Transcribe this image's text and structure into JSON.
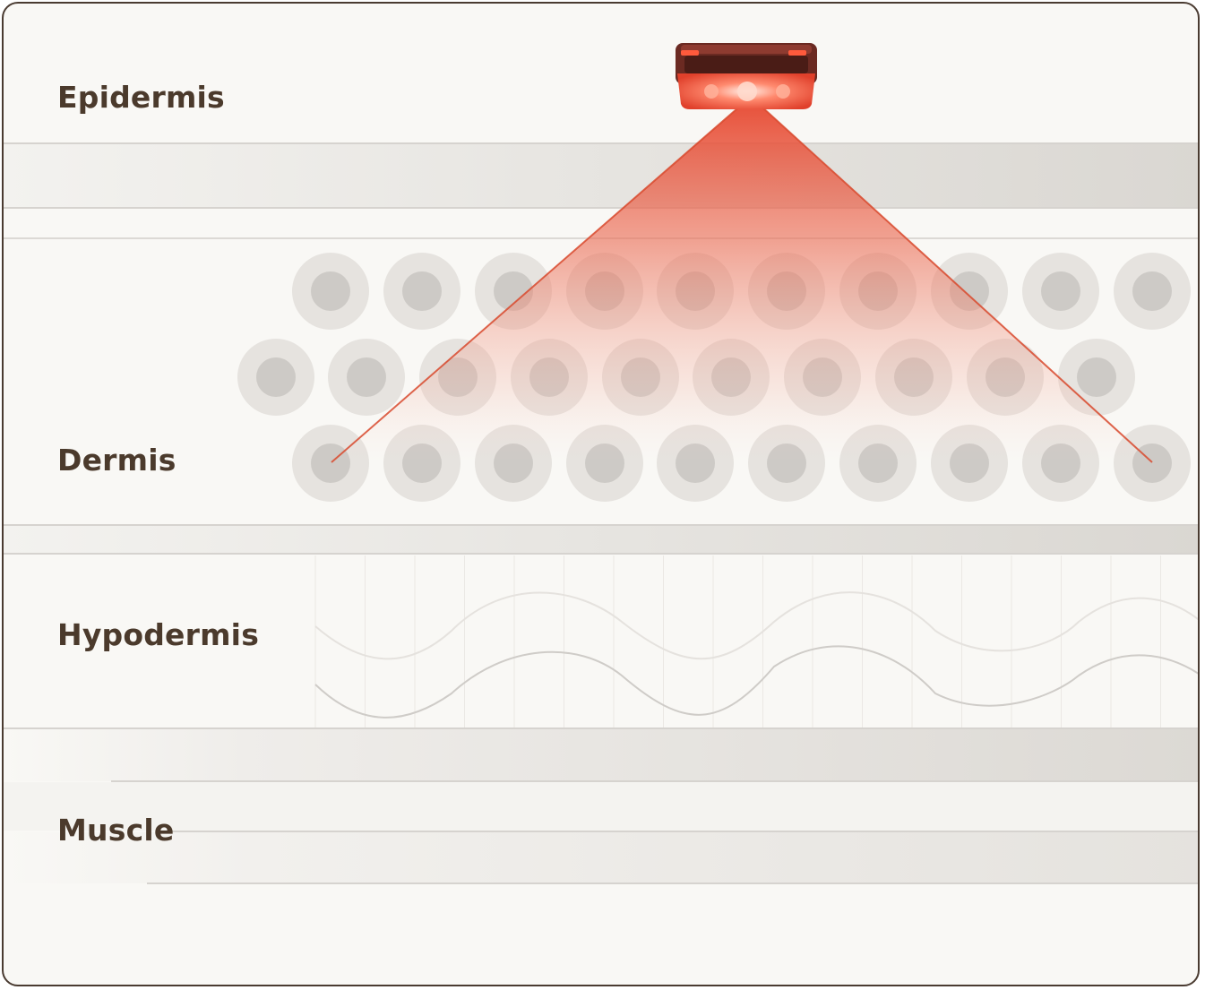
{
  "layers": {
    "epidermis": "Epidermis",
    "dermis": "Dermis",
    "hypodermis": "Hypodermis",
    "muscle": "Muscle"
  },
  "colors": {
    "frame_border": "#4a3b31",
    "background": "#f9f8f5",
    "label_text": "#4b3a2c",
    "light_beam": "#e34a2f",
    "cell_outer": "#e6e3df",
    "cell_inner": "#cdcac6"
  },
  "device": {
    "icon": "red-light-therapy-device-icon"
  }
}
